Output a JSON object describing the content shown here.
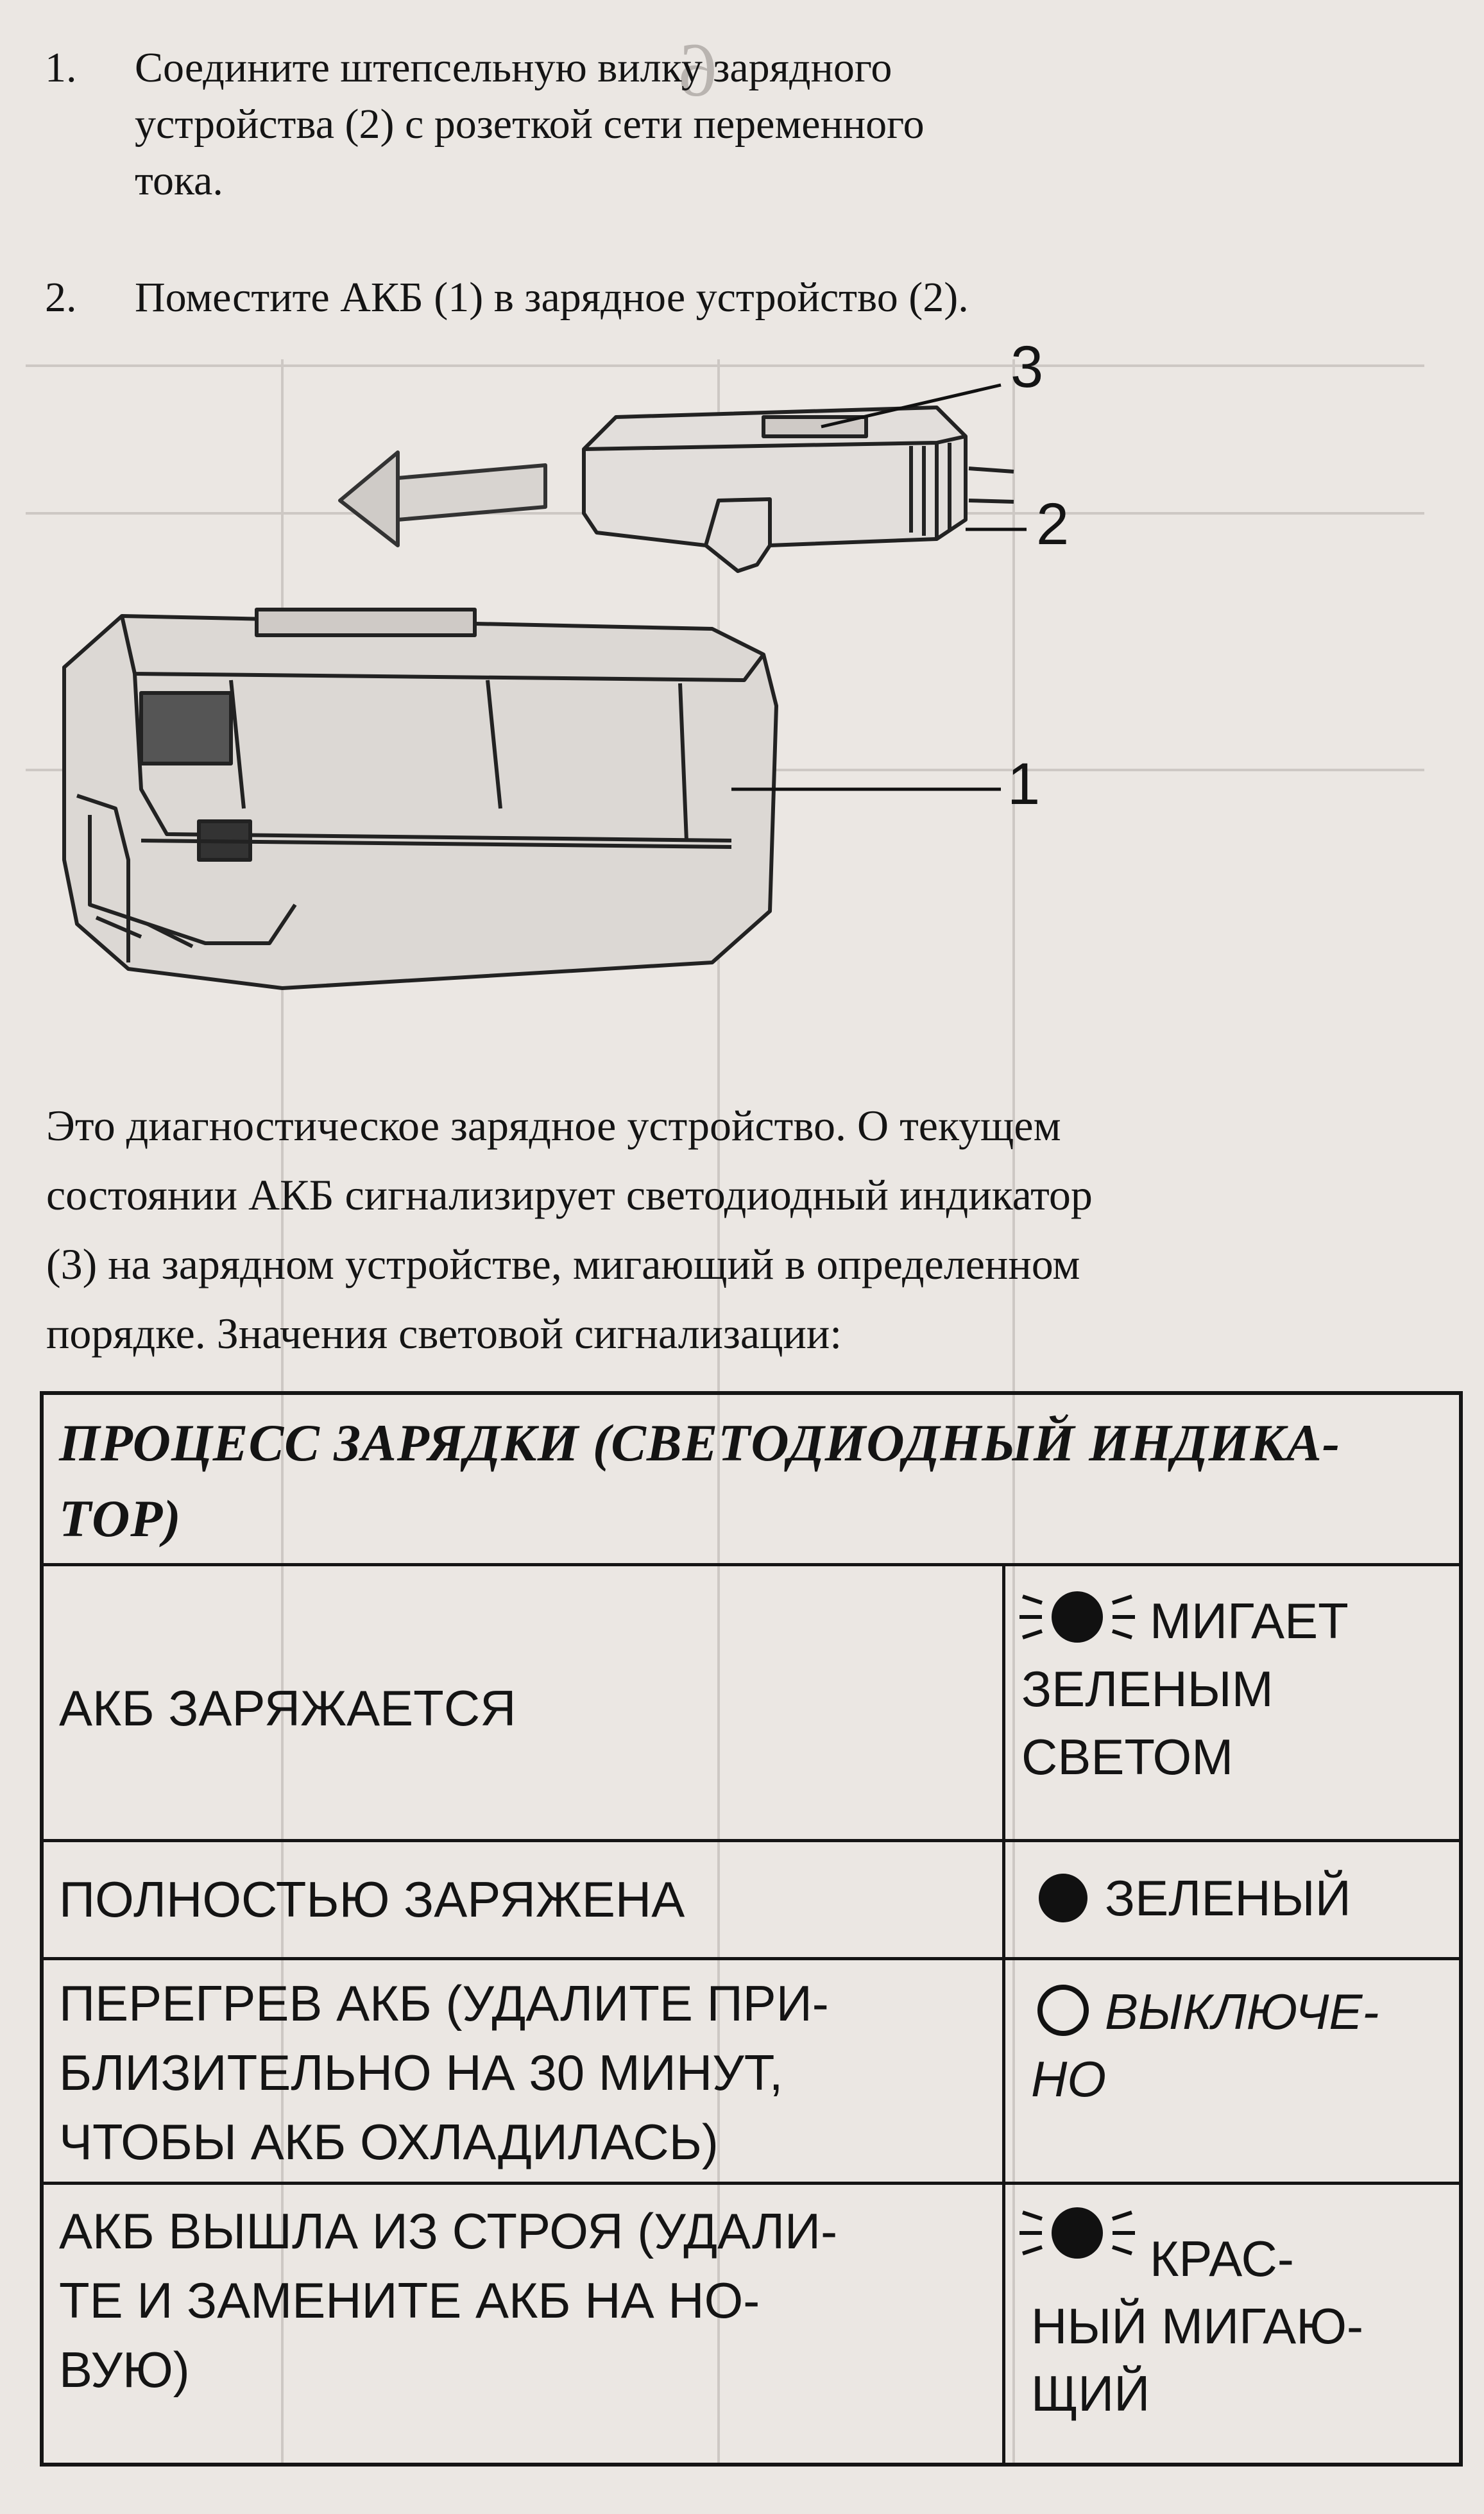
{
  "steps": [
    {
      "num": "1.",
      "text_lines": [
        "Соедините штепсельную вилку  зарядного",
        "устройства (2) с розеткой сети переменного",
        "тока."
      ]
    },
    {
      "num": "2.",
      "text_lines": [
        "Поместите АКБ (1) в зарядное устройство (2)."
      ]
    }
  ],
  "illustration": {
    "callouts": {
      "indicator": "3",
      "charger": "2",
      "battery": "1"
    }
  },
  "intro_lines": [
    "Это диагностическое зарядное устройство. О текущем",
    "состоянии АКБ сигнализирует светодиодный индикатор",
    "(3) на зарядном устройстве, мигающий в определенном",
    "порядке. Значения световой сигнализации:"
  ],
  "table": {
    "header_lines": [
      "ПРОЦЕСС ЗАРЯДКИ (СВЕТОДИОДНЫЙ ИНДИКА-",
      "ТОР)"
    ],
    "rows": [
      {
        "state_lines": [
          "АКБ ЗАРЯЖАЕТСЯ"
        ],
        "indicator_lines": [
          "МИГАЕТ",
          "ЗЕЛЕНЫМ",
          "СВЕТОМ"
        ],
        "led": "blinking-filled"
      },
      {
        "state_lines": [
          "ПОЛНОСТЬЮ ЗАРЯЖЕНА"
        ],
        "indicator_lines": [
          "ЗЕЛЕНЫЙ"
        ],
        "led": "filled"
      },
      {
        "state_lines": [
          "ПЕРЕГРЕВ АКБ (УДАЛИТЕ ПРИ-",
          "БЛИЗИТЕЛЬНО НА 30 МИНУТ,",
          "ЧТОБЫ АКБ ОХЛАДИЛАСЬ)"
        ],
        "indicator_lines": [
          "ВЫКЛЮЧЕ-",
          "НО"
        ],
        "led": "empty"
      },
      {
        "state_lines": [
          "АКБ ВЫШЛА ИЗ СТРОЯ (УДАЛИ-",
          "ТЕ И ЗАМЕНИТЕ АКБ НА НО-",
          "ВУЮ)"
        ],
        "indicator_lines": [
          "КРАС-",
          "НЫЙ МИГАЮ-",
          "ЩИЙ"
        ],
        "led": "blinking-filled"
      }
    ]
  },
  "colors": {
    "ink": "#141414",
    "paper": "#ebe7e3",
    "ghost": "#b9b4b0"
  }
}
